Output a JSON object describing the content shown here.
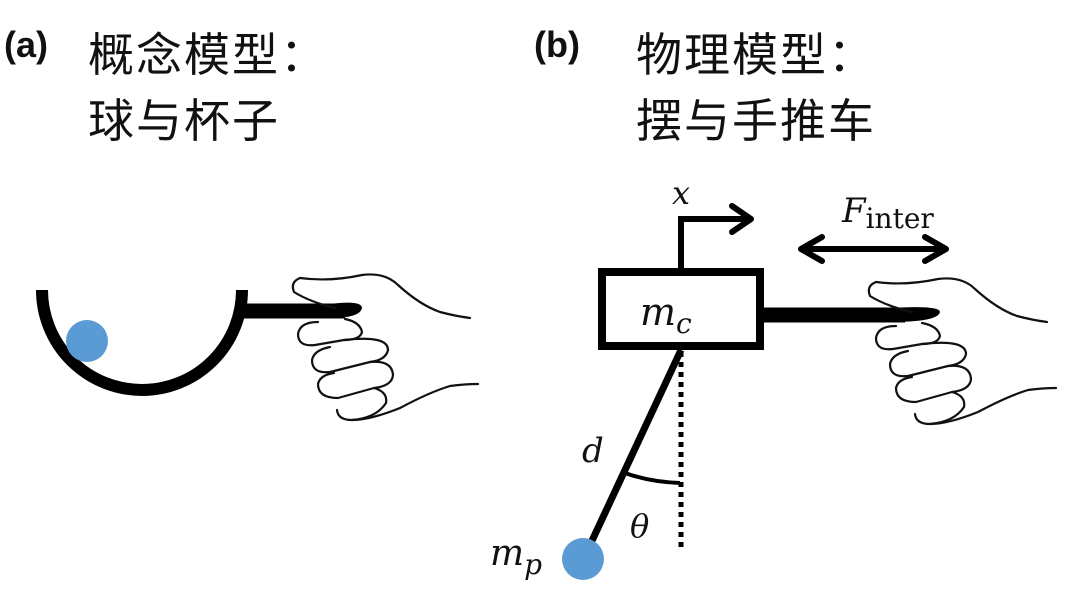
{
  "panel_a": {
    "label": "(a)",
    "title_line1": "概念模型：",
    "title_line2": "球与杯子"
  },
  "panel_b": {
    "label": "(b)",
    "title_line1": "物理模型：",
    "title_line2": "摆与手推车",
    "symbols": {
      "x": "x",
      "force_main": "F",
      "force_sub": "inter",
      "cart_mass_main": "m",
      "cart_mass_sub": "c",
      "pendulum_length": "d",
      "angle": "θ",
      "pendulum_mass_main": "m",
      "pendulum_mass_sub": "p"
    }
  },
  "colors": {
    "ball": "#5b9bd5",
    "stroke": "#000000"
  }
}
